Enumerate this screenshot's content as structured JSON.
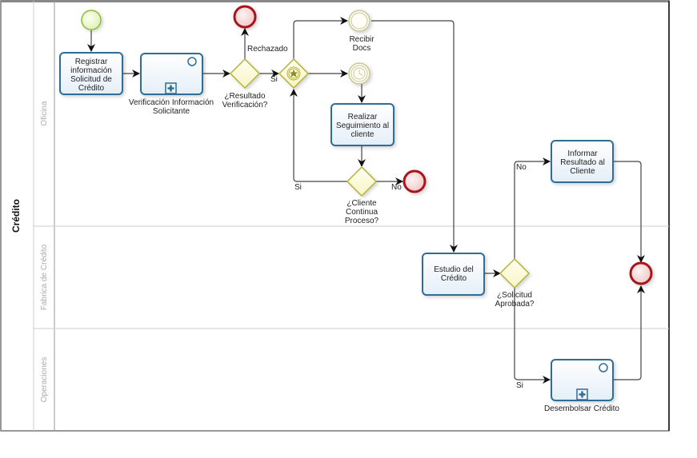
{
  "pool": {
    "label": "Crédito"
  },
  "lanes": [
    {
      "id": "oficina",
      "label": "Oficina"
    },
    {
      "id": "fabrica",
      "label": "Fabrica de Crédito"
    },
    {
      "id": "operaciones",
      "label": "Operaciones"
    }
  ],
  "colors": {
    "task_fill": "#eef4fb",
    "task_stroke": "#2e6d96",
    "start_fill": "#e8f5c8",
    "start_stroke": "#8dba3a",
    "end_fill": "#f6d6d6",
    "end_stroke": "#a8161b",
    "gateway_fill": "#fdfbd9",
    "gateway_stroke": "#b5b23c",
    "intermediate_fill": "#fbfbee",
    "intermediate_stroke": "#c9c79a",
    "flow": "#444444",
    "lane_line": "#cccccc",
    "pool_line": "#777777"
  },
  "tasks": [
    {
      "id": "registrar",
      "lines": [
        "Registrar",
        "información",
        "Solicitud de",
        "Crédito"
      ],
      "type": "task"
    },
    {
      "id": "verificacion",
      "lines": [],
      "type": "subprocess",
      "caption": [
        "Verificación Información",
        "Solicitante"
      ]
    },
    {
      "id": "seguimiento",
      "lines": [
        "Realizar",
        "Seguimiento al",
        "cliente"
      ],
      "type": "task"
    },
    {
      "id": "estudio",
      "lines": [
        "Estudio del",
        "Crédito"
      ],
      "type": "task"
    },
    {
      "id": "informar",
      "lines": [
        "Informar",
        "Resultado al",
        "Cliente"
      ],
      "type": "task"
    },
    {
      "id": "desembolsar",
      "lines": [],
      "type": "subprocess",
      "caption": [
        "Desembolsar Crédito"
      ]
    }
  ],
  "gateways": [
    {
      "id": "resultado",
      "type": "exclusive",
      "caption": [
        "¿Resultado",
        "Verificación?"
      ]
    },
    {
      "id": "evento",
      "type": "event-based",
      "caption": []
    },
    {
      "id": "cliente",
      "type": "exclusive",
      "caption": [
        "¿Cliente",
        "Continua",
        "Proceso?"
      ]
    },
    {
      "id": "solicitud",
      "type": "exclusive",
      "caption": [
        "¿Solicitud",
        "Aprobada?"
      ]
    }
  ],
  "events": [
    {
      "id": "start",
      "type": "start",
      "caption": []
    },
    {
      "id": "end_rechazado",
      "type": "end",
      "caption": []
    },
    {
      "id": "recibir_docs",
      "type": "intermediate-message",
      "caption": [
        "Recibir",
        "Docs"
      ]
    },
    {
      "id": "timer",
      "type": "intermediate-timer",
      "caption": []
    },
    {
      "id": "end_no",
      "type": "end",
      "caption": []
    },
    {
      "id": "end_final",
      "type": "end",
      "caption": []
    }
  ],
  "flow_labels": {
    "rechazado": "Rechazado",
    "si_1": "Si",
    "si_2": "Si",
    "no_1": "No",
    "no_2": "No",
    "si_3": "Si"
  }
}
